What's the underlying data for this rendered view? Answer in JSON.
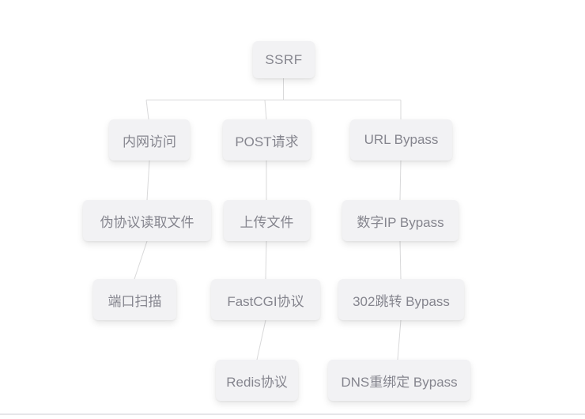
{
  "diagram": {
    "type": "tree-mindmap",
    "root": "SSRF"
  },
  "colors": {
    "node_background": "#f2f2f4",
    "node_text": "#85858e",
    "connector_line": "#d9d9da",
    "page_divider": "#e6e6e9",
    "canvas_background": "#ffffff"
  },
  "nodes": [
    {
      "id": "ssrf",
      "label": "SSRF",
      "level": 0,
      "parent": null
    },
    {
      "id": "intranet-access",
      "label": "内网访问",
      "level": 1,
      "parent": "ssrf"
    },
    {
      "id": "post-request",
      "label": "POST请求",
      "level": 1,
      "parent": "ssrf"
    },
    {
      "id": "url-bypass",
      "label": "URL Bypass",
      "level": 1,
      "parent": "ssrf"
    },
    {
      "id": "pseudo-protocol-read-file",
      "label": "伪协议读取文件",
      "level": 2,
      "parent": "intranet-access"
    },
    {
      "id": "upload-file",
      "label": "上传文件",
      "level": 2,
      "parent": "post-request"
    },
    {
      "id": "numeric-ip-bypass",
      "label": "数字IP Bypass",
      "level": 2,
      "parent": "url-bypass"
    },
    {
      "id": "port-scan",
      "label": "端口扫描",
      "level": 3,
      "parent": "pseudo-protocol-read-file"
    },
    {
      "id": "fastcgi-protocol",
      "label": "FastCGI协议",
      "level": 3,
      "parent": "upload-file"
    },
    {
      "id": "302-redirect-bypass",
      "label": "302跳转 Bypass",
      "level": 3,
      "parent": "numeric-ip-bypass"
    },
    {
      "id": "redis-protocol",
      "label": "Redis协议",
      "level": 4,
      "parent": "fastcgi-protocol"
    },
    {
      "id": "dns-rebinding-bypass",
      "label": "DNS重绑定 Bypass",
      "level": 4,
      "parent": "302-redirect-bypass"
    }
  ],
  "edges": [
    [
      "SSRF",
      "内网访问"
    ],
    [
      "SSRF",
      "POST请求"
    ],
    [
      "SSRF",
      "URL Bypass"
    ],
    [
      "内网访问",
      "伪协议读取文件"
    ],
    [
      "伪协议读取文件",
      "端口扫描"
    ],
    [
      "POST请求",
      "上传文件"
    ],
    [
      "上传文件",
      "FastCGI协议"
    ],
    [
      "FastCGI协议",
      "Redis协议"
    ],
    [
      "URL Bypass",
      "数字IP Bypass"
    ],
    [
      "数字IP Bypass",
      "302跳转 Bypass"
    ],
    [
      "302跳转 Bypass",
      "DNS重绑定 Bypass"
    ]
  ]
}
